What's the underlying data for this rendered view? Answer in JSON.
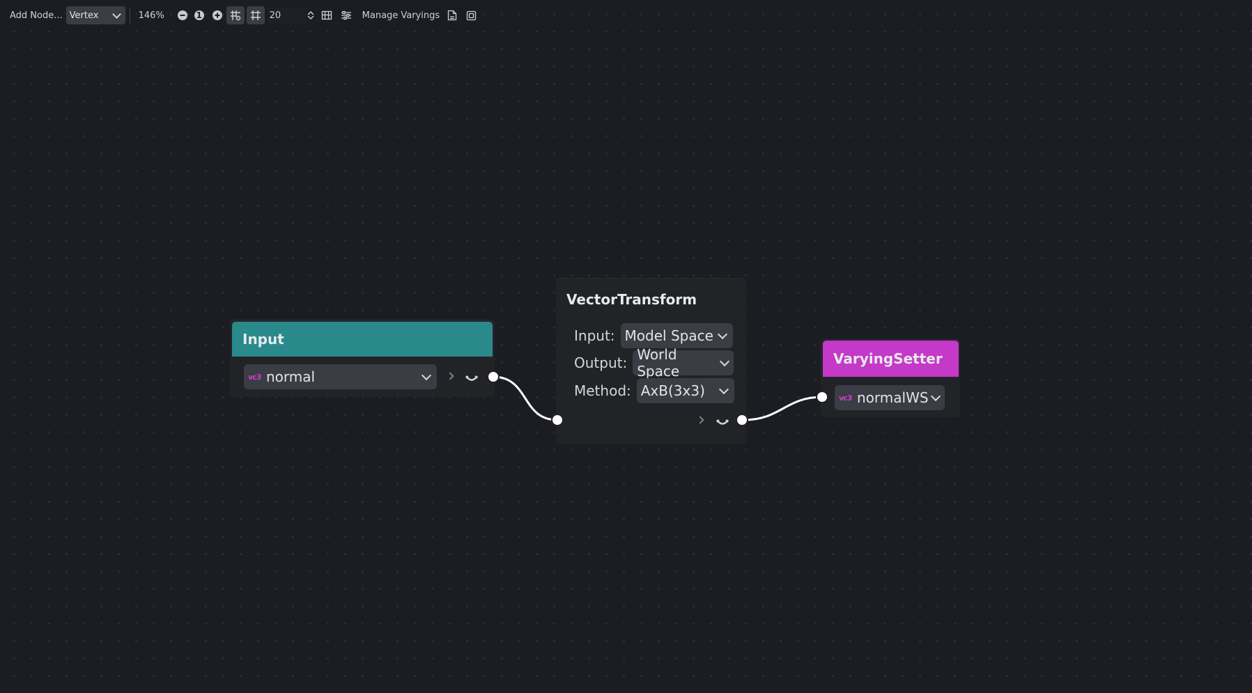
{
  "toolbar": {
    "add_node_label": "Add Node...",
    "stage_select": "Vertex",
    "zoom": "146%",
    "zoom_reset_label": "1",
    "grid_size": "20",
    "manage_varyings_label": "Manage Varyings"
  },
  "nodes": {
    "input": {
      "title": "Input",
      "header_color": "#2a898b",
      "field_type_icon": "vc3",
      "field_value": "normal"
    },
    "vector_transform": {
      "title": "VectorTransform",
      "input_label": "Input:",
      "input_value": "Model Space",
      "output_label": "Output:",
      "output_value": "World Space",
      "method_label": "Method:",
      "method_value": "AxB(3x3)"
    },
    "varying_setter": {
      "title": "VaryingSetter",
      "header_color": "#c439c7",
      "field_type_icon": "vc3",
      "field_value": "normalWS"
    }
  },
  "colors": {
    "canvas_bg": "#1c1d22",
    "node_bg": "#222327",
    "accent_vc3": "#c93fc9",
    "port": "#ffffff"
  }
}
